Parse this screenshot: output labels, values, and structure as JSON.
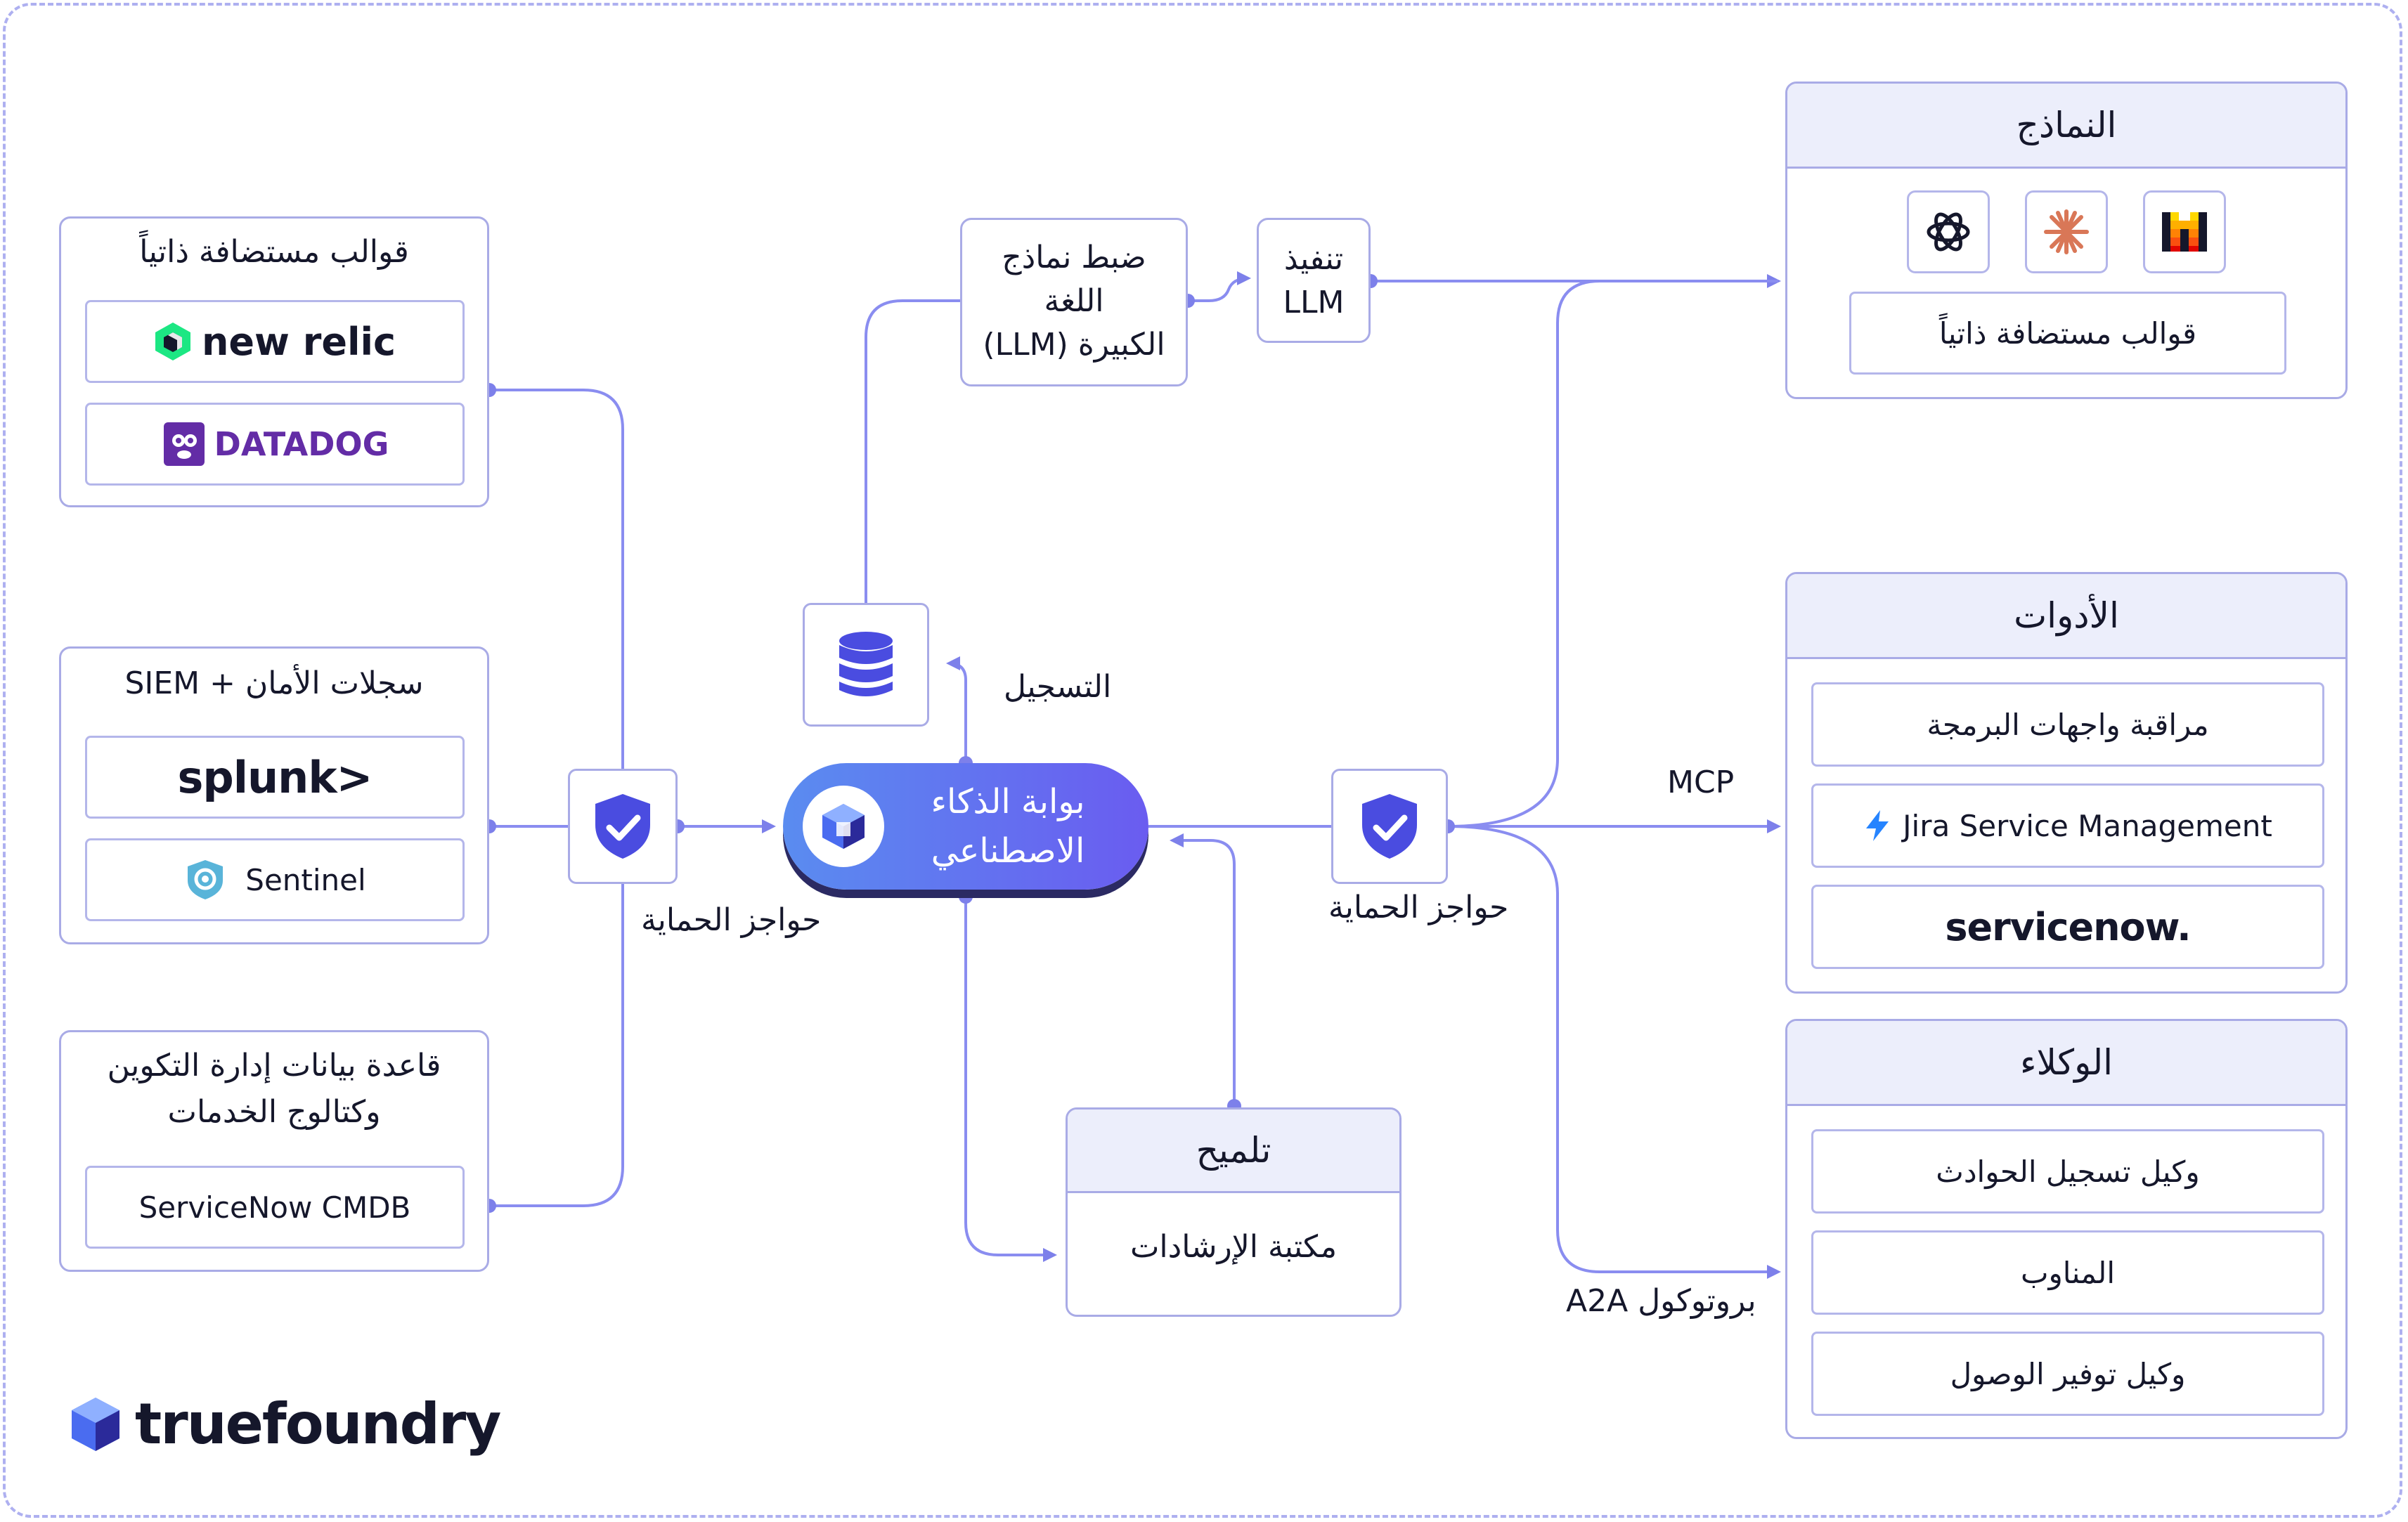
{
  "left": {
    "templates": {
      "title": "قوالب مستضافة ذاتياً",
      "items": [
        "new relic",
        "DATADOG"
      ]
    },
    "security": {
      "title": "سجلات الأمان + SIEM",
      "items": [
        "splunk>",
        "Sentinel"
      ]
    },
    "cmdb": {
      "title_line1": "قاعدة بيانات إدارة التكوين",
      "title_line2": "وكتالوج الخدمات",
      "items": [
        "ServiceNow CMDB"
      ]
    }
  },
  "guardrails_left_label": "حواجز الحماية",
  "guardrails_right_label": "حواجز الحماية",
  "logging_label": "التسجيل",
  "gateway_label_line1": "بوابة الذكاء",
  "gateway_label_line2": "الاصطناعي",
  "finetune": {
    "line1": "ضبط نماذج",
    "line2": "اللغة",
    "line3": "الكبيرة (LLM)"
  },
  "llm_exec": {
    "line1": "تنفيذ",
    "line2": "LLM"
  },
  "hint": {
    "title": "تلميح",
    "body": "مكتبة الإرشادات"
  },
  "models": {
    "title": "النماذج",
    "icons": [
      "openai-icon",
      "anthropic-icon",
      "mistral-icon"
    ],
    "hosted": "قوالب مستضافة ذاتياً"
  },
  "tools": {
    "title": "الأدوات",
    "items": [
      "مراقبة واجهات البرمجة",
      "Jira Service Management",
      "servicenow."
    ]
  },
  "agents": {
    "title": "الوكلاء",
    "items": [
      "وكيل تسجيل الحوادث",
      "المناوب",
      "وكيل توفير الوصول"
    ]
  },
  "mcp_label": "MCP",
  "a2a_label": "A2A بروتوكول",
  "brand": "truefoundry",
  "colors": {
    "accent": "#7d80ea",
    "border": "#a9abe6",
    "shield": "#4a4ce0",
    "brand_dark": "#15172b",
    "datadog": "#632ca6",
    "splunk_green": "#65a637",
    "newrelic_green": "#1ce783"
  }
}
